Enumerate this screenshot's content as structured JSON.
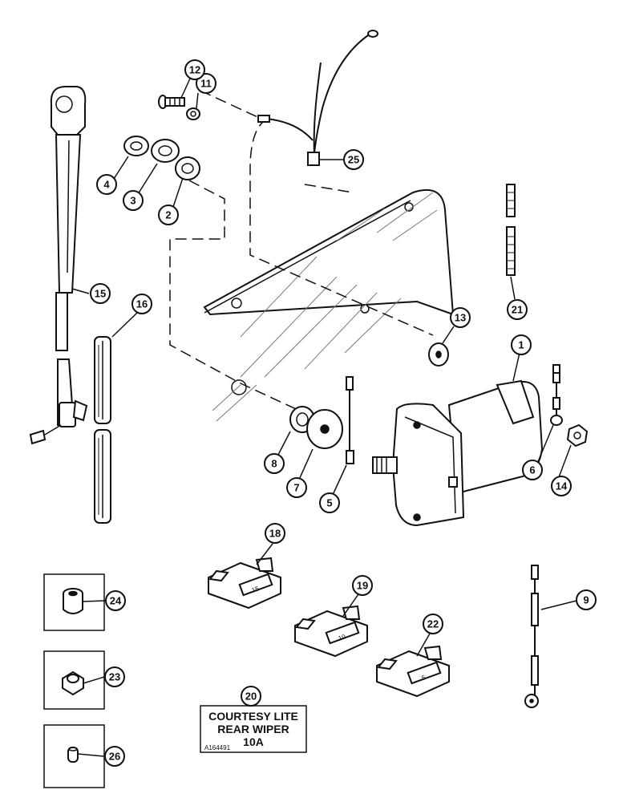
{
  "callouts": [
    "1",
    "2",
    "3",
    "4",
    "5",
    "6",
    "7",
    "8",
    "9",
    "11",
    "12",
    "13",
    "14",
    "15",
    "16",
    "18",
    "19",
    "20",
    "21",
    "22",
    "23",
    "24",
    "25",
    "26"
  ],
  "fuse_values": {
    "f18": "15",
    "f19": "10",
    "f22": "5"
  },
  "label": {
    "line1": "COURTESY LITE",
    "line2": "REAR WIPER",
    "line3": "10A",
    "code": "A164491"
  }
}
